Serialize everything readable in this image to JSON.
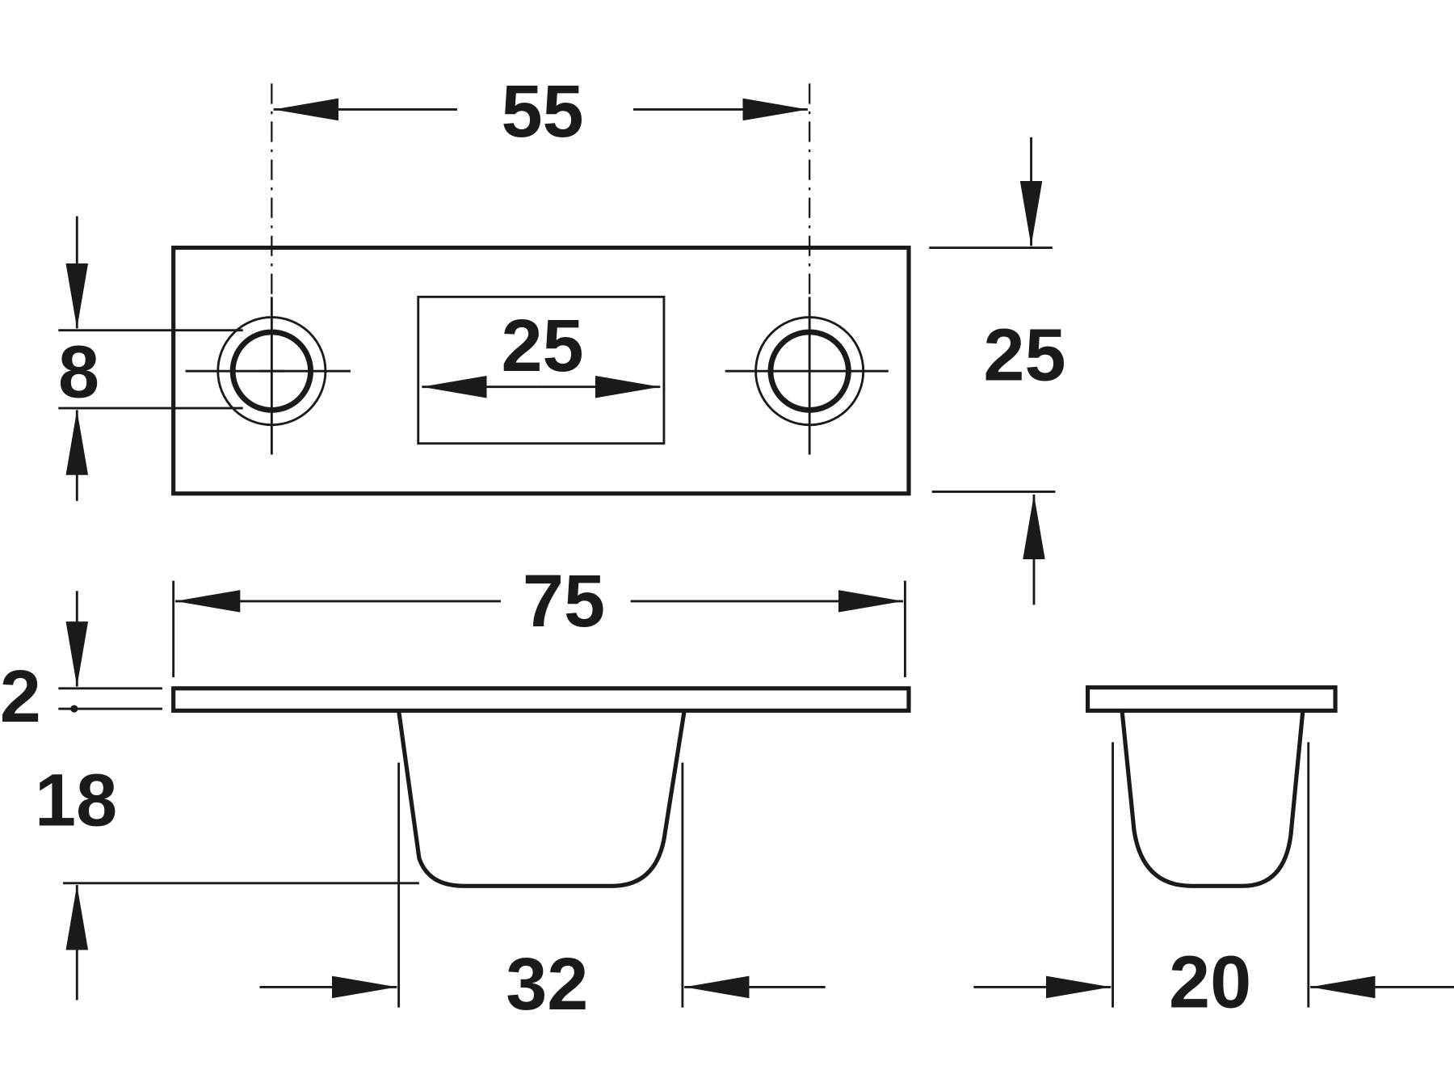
{
  "drawing": {
    "dimensions": {
      "hole_spacing": "55",
      "slot_width": "25",
      "plate_height": "25",
      "hole_diameter": "8",
      "plate_length": "75",
      "plate_thickness": "2",
      "cup_depth": "18",
      "cup_length": "32",
      "cup_width": "20"
    },
    "line_color": "#1a1a1a"
  }
}
